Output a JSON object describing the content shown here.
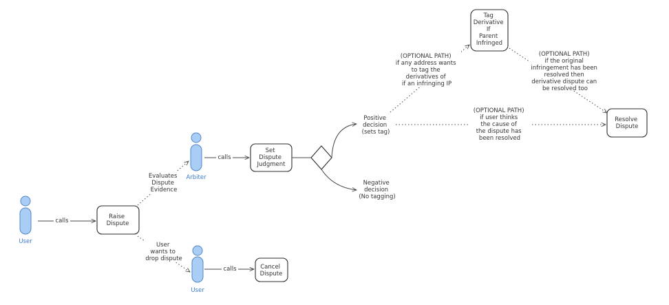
{
  "actors": {
    "user_left": "User",
    "arbiter": "Arbiter",
    "user_bottom": "User"
  },
  "nodes": {
    "raise_dispute": [
      "Raise",
      "Dispute"
    ],
    "set_judgment": [
      "Set",
      "Dispute",
      "Judgment"
    ],
    "cancel_dispute": [
      "Cancel",
      "Dispute"
    ],
    "tag_derivative": [
      "Tag",
      "Derivative",
      "If",
      "Parent",
      "Infringed"
    ],
    "resolve_dispute": [
      "Resolve",
      "Dispute"
    ]
  },
  "edges": {
    "calls_raise": "calls",
    "calls_set": "calls",
    "calls_cancel": "calls",
    "evaluates": [
      "Evaluates",
      "Dispute",
      "Evidence"
    ],
    "wants_drop": [
      "User",
      "wants to",
      "drop dispute"
    ],
    "opt_tag": [
      "(OPTIONAL PATH)",
      "if any address wants",
      "to tag the",
      "derivatives of",
      "if an infringing IP"
    ],
    "opt_resolve_orig": [
      "(OPTIONAL PATH)",
      "if the original",
      "infringement has been",
      "resolved then",
      "derivative dispute can",
      "be resolved too"
    ],
    "opt_resolve_user": [
      "(OPTIONAL PATH)",
      "if user thinks",
      "the cause of",
      "the dispute has",
      "been resolved"
    ]
  },
  "outcomes": {
    "positive": [
      "Positive",
      "decision",
      "(sets tag)"
    ],
    "negative": [
      "Negative",
      "decision",
      "(No tagging)"
    ]
  }
}
